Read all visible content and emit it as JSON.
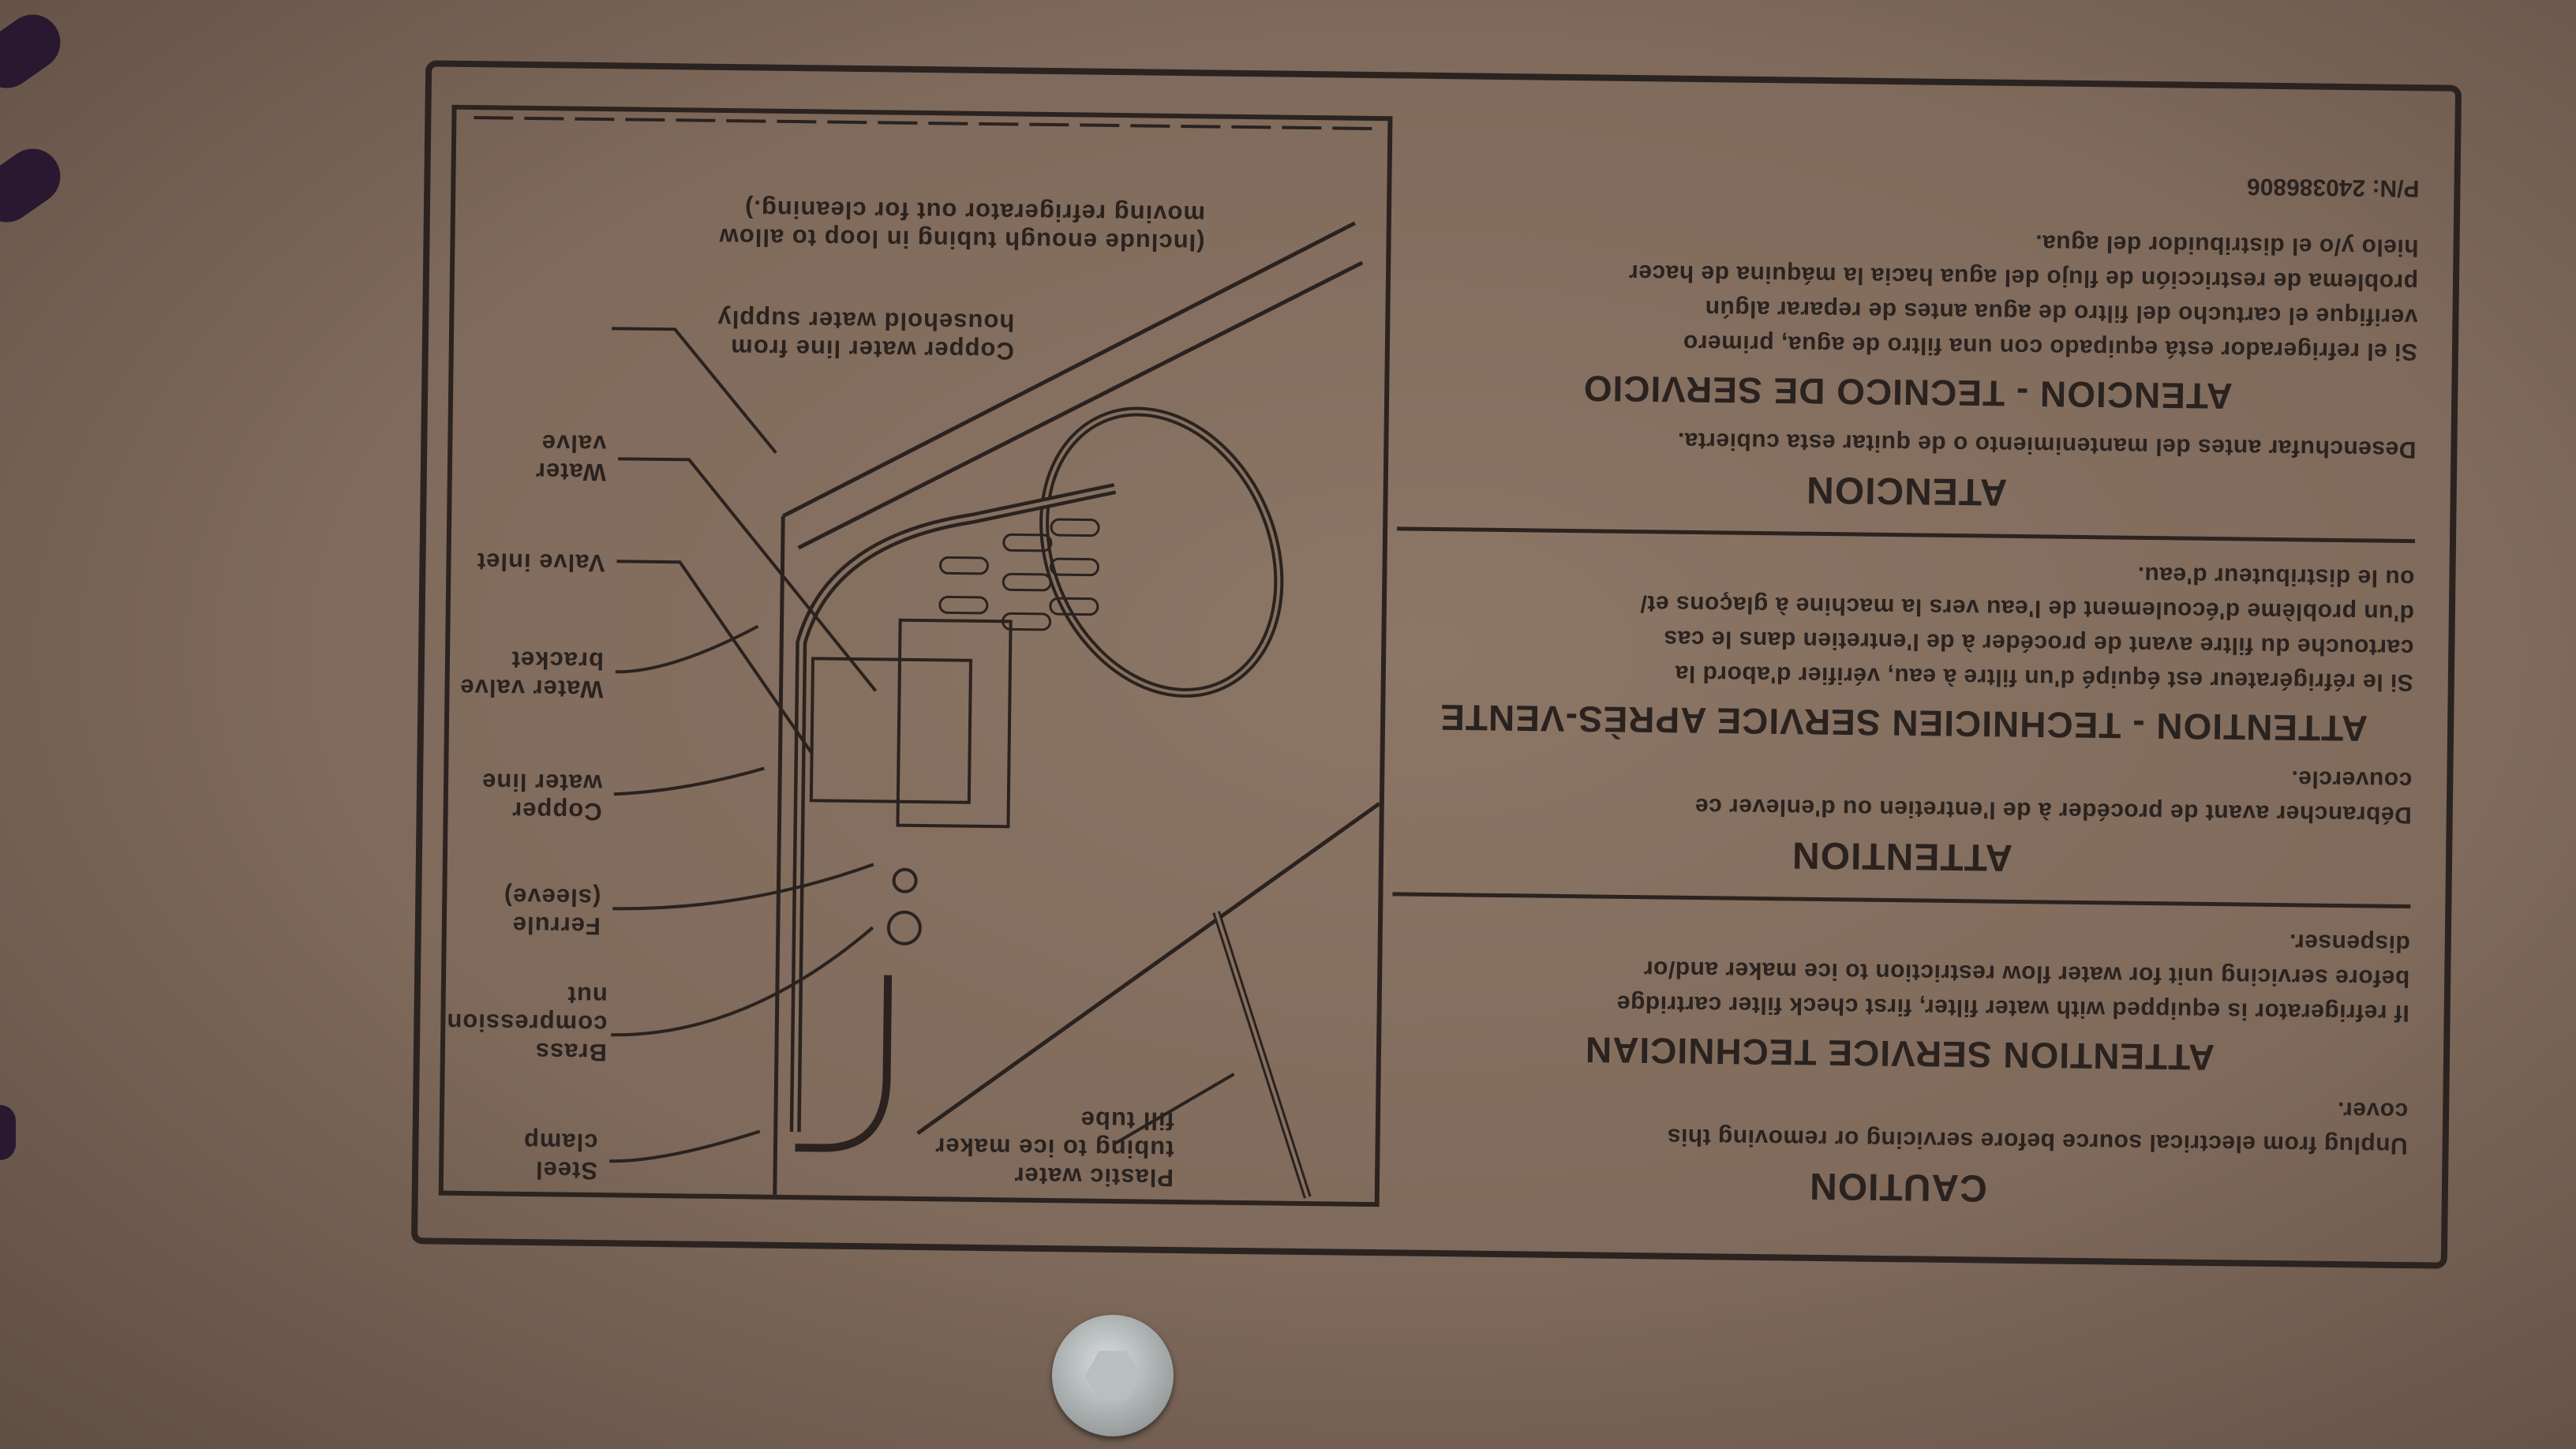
{
  "label": {
    "caution_title": "CAUTION",
    "caution_text": "Unplug from electrical source before servicing or removing this\ncover.",
    "service_title": "ATTENTION SERVICE TECHNICIAN",
    "service_text": "If refrigerator is equipped with water filter, first check filter cartridge\nbefore servicing unit for water flow restriction to ice maker and/or\ndispenser.",
    "fr_title": "ATTENTION",
    "fr_text": "Débrancher avant de procéder à de l'entretien ou d'enlever ce\ncouvercle.",
    "fr_service_title": "ATTENTION - TECHNICIEN SERVICE APRÈS-VENTE",
    "fr_service_text": "Si le réfrigérateur est équipé d'un filtre à eau, vérifier d'abord la\ncartouche du filtre avant de procéder à de l'entretien dans le cas\nd'un problème d'écoulement de l'eau vers la machine à glaçons et/\nou le distributeur d'eau.",
    "es_title": "ATENCION",
    "es_text": "Desenchufar antes del mantenimiento o de quitar esta cubierta.",
    "es_service_title": "ATENCION - TECNICO DE SERVICIO",
    "es_service_text": "Si el refrigerador está equipado con una filtro de agua, primero\nverifique el cartucho del filtro de agua antes de reparar algún\nproblema de restricción de flujo del agua hacia la máquina de hacer\nhielo y/o el distribuidor del agua.",
    "part_number": "P/N:  240386806"
  },
  "diagram": {
    "steel_clamp": "Steel\nclamp",
    "brass_nut": "Brass\ncompression\nnut",
    "ferrule": "Ferrule\n(sleeve)",
    "copper_line": "Copper\nwater line",
    "valve_bracket": "Water valve\nbracket",
    "valve_inlet": "Valve inlet",
    "water_valve": "Water\nvalve",
    "household_line": "Copper water line from\nhousehold water supply",
    "loop_note": "(Include enough tubing in loop to allow\nmoving refrigerator out for cleaning.)",
    "plastic_tubing": "Plastic water\ntubing to ice maker\nfill tube"
  },
  "colors": {
    "cardboard": "#86705f",
    "ink": "#2a221f",
    "bolt": "#b9bebe"
  }
}
